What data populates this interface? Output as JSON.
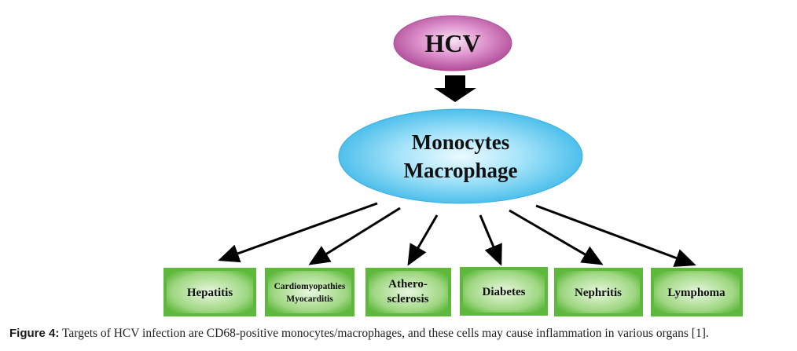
{
  "source_node": {
    "label": "HCV",
    "fill": "#c25aa8"
  },
  "hub_node": {
    "line1": "Monocytes",
    "line2": "Macrophage",
    "fill": "#5cc8ef"
  },
  "targets": [
    {
      "id": "hepatitis",
      "lines": [
        "Hepatitis"
      ]
    },
    {
      "id": "cardio",
      "lines": [
        "Cardiomyopathies",
        "Myocarditis"
      ]
    },
    {
      "id": "athero",
      "lines": [
        "Athero-",
        "sclerosis"
      ]
    },
    {
      "id": "diabetes",
      "lines": [
        "Diabetes"
      ]
    },
    {
      "id": "nephritis",
      "lines": [
        "Nephritis"
      ]
    },
    {
      "id": "lymphoma",
      "lines": [
        "Lymphoma"
      ]
    }
  ],
  "box_color": "#6cc04a",
  "caption": {
    "label": "Figure 4:",
    "text": " Targets of HCV infection are CD68-positive monocytes/macrophages, and these cells may cause inflammation in various organs [1]."
  }
}
